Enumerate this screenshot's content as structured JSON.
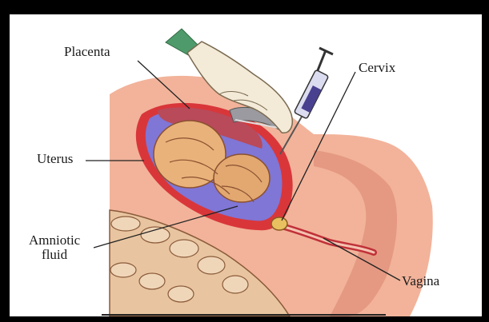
{
  "labels": {
    "placenta": "Placenta",
    "cervix": "Cervix",
    "uterus": "Uterus",
    "amniotic_line1": "Amniotic",
    "amniotic_line2": "fluid",
    "vagina": "Vagina"
  },
  "colors": {
    "skin": "#f2b39a",
    "skin_shadow": "#e08f78",
    "uterus_wall": "#d9363a",
    "amniotic_fluid": "#7f76d6",
    "placenta": "#b84a5a",
    "glove": "#f3ead8",
    "cuff": "#4f9a6a",
    "syringe_plunger": "#4a4090",
    "bone": "#e8c5a0",
    "line": "#222222"
  },
  "icons": {
    "hand": "gloved-hand-icon",
    "syringe": "syringe-icon",
    "ultrasound": "ultrasound-probe-icon"
  }
}
